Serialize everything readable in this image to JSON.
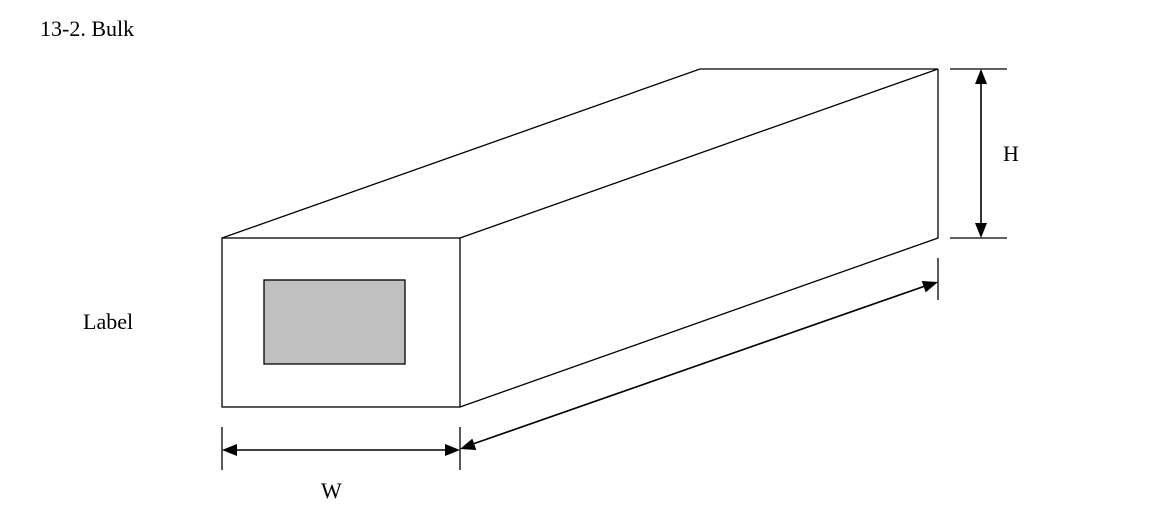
{
  "title": "13-2. Bulk",
  "labels": {
    "label": "Label",
    "height": "H",
    "width": "W"
  },
  "colors": {
    "label_fill": "#c0c0c0",
    "outline": "#000000",
    "background": "#ffffff"
  }
}
